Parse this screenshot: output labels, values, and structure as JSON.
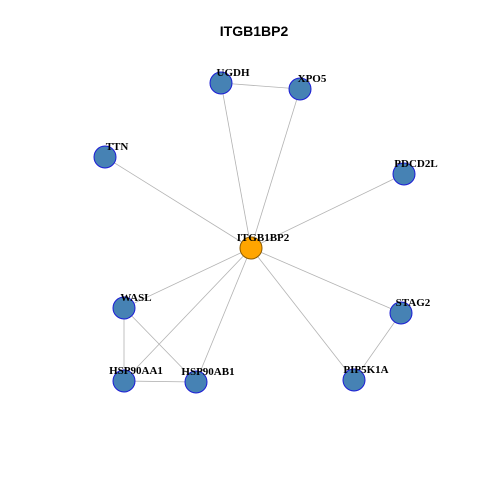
{
  "title": "ITGB1BP2",
  "colors": {
    "hub_fill": "#FFA500",
    "node_fill": "#4682B4",
    "node_stroke": "#1C1CD6",
    "edge": "#B3B3B3",
    "background": "#FFFFFF"
  },
  "nodes": [
    {
      "id": "ITGB1BP2",
      "label": "ITGB1BP2",
      "hub": true
    },
    {
      "id": "UGDH",
      "label": "UGDH",
      "hub": false
    },
    {
      "id": "XPO5",
      "label": "XPO5",
      "hub": false
    },
    {
      "id": "TTN",
      "label": "TTN",
      "hub": false
    },
    {
      "id": "PDCD2L",
      "label": "PDCD2L",
      "hub": false
    },
    {
      "id": "WASL",
      "label": "WASL",
      "hub": false
    },
    {
      "id": "STAG2",
      "label": "STAG2",
      "hub": false
    },
    {
      "id": "HSP90AA1",
      "label": "HSP90AA1",
      "hub": false
    },
    {
      "id": "HSP90AB1",
      "label": "HSP90AB1",
      "hub": false
    },
    {
      "id": "PIP5K1A",
      "label": "PIP5K1A",
      "hub": false
    }
  ],
  "edges": [
    [
      "ITGB1BP2",
      "UGDH"
    ],
    [
      "ITGB1BP2",
      "XPO5"
    ],
    [
      "ITGB1BP2",
      "TTN"
    ],
    [
      "ITGB1BP2",
      "PDCD2L"
    ],
    [
      "ITGB1BP2",
      "WASL"
    ],
    [
      "ITGB1BP2",
      "STAG2"
    ],
    [
      "ITGB1BP2",
      "HSP90AA1"
    ],
    [
      "ITGB1BP2",
      "HSP90AB1"
    ],
    [
      "ITGB1BP2",
      "PIP5K1A"
    ],
    [
      "UGDH",
      "XPO5"
    ],
    [
      "WASL",
      "HSP90AA1"
    ],
    [
      "WASL",
      "HSP90AB1"
    ],
    [
      "HSP90AA1",
      "HSP90AB1"
    ],
    [
      "STAG2",
      "PIP5K1A"
    ]
  ]
}
